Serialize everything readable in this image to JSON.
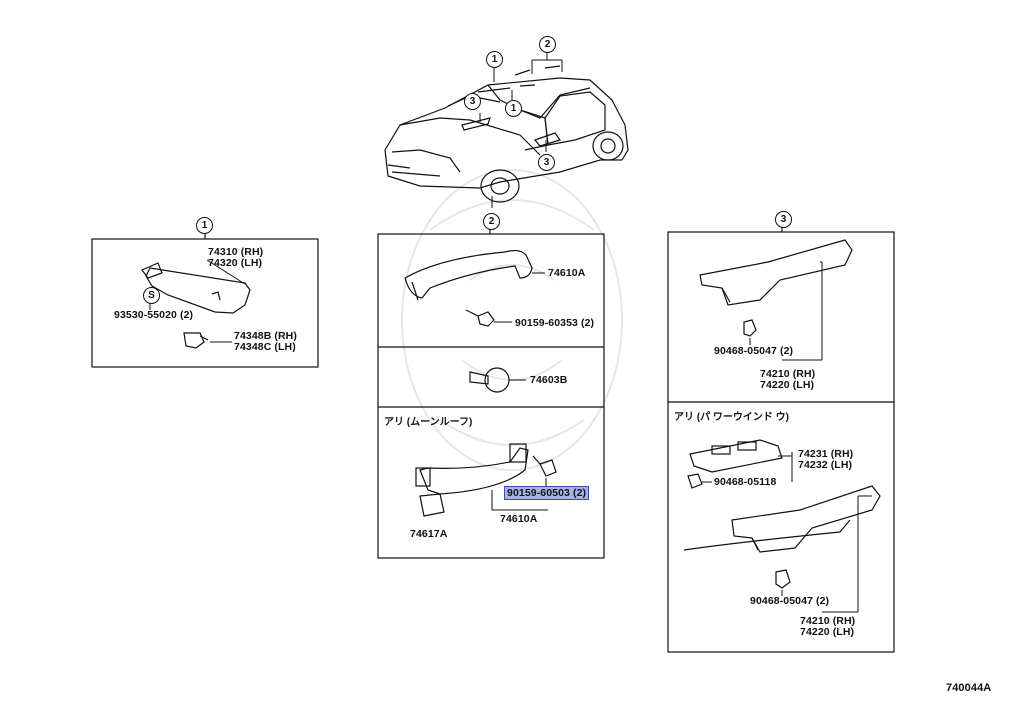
{
  "figure_code": "740044A",
  "callouts": {
    "one": "1",
    "two": "2",
    "three": "3",
    "s": "S"
  },
  "panel1": {
    "part_visor": "74310 (RH)",
    "part_visor_lh": "74320 (LH)",
    "screw": "93530-55020 (2)",
    "holder_rh": "74348B (RH)",
    "holder_lh": "74348C (LH)"
  },
  "panel2": {
    "grip": "74610A",
    "grip_bolt": "90159-60353 (2)",
    "cap": "74603B",
    "variant_header": "アリ (ムーンルーフ)",
    "bolt_highlighted": "90159-60503 (2)",
    "grip_lower": "74610A",
    "cover": "74617A"
  },
  "panel3": {
    "clip_top": "90468-05047 (2)",
    "armrest_rh": "74210 (RH)",
    "armrest_lh": "74220 (LH)",
    "variant_header": "アリ (パ ワーウインド ウ)",
    "switch_rh": "74231 (RH)",
    "switch_lh": "74232 (LH)",
    "switch_clip": "90468-05118",
    "clip_bottom": "90468-05047 (2)",
    "armrest_rh_2": "74210 (RH)",
    "armrest_lh_2": "74220 (LH)"
  }
}
